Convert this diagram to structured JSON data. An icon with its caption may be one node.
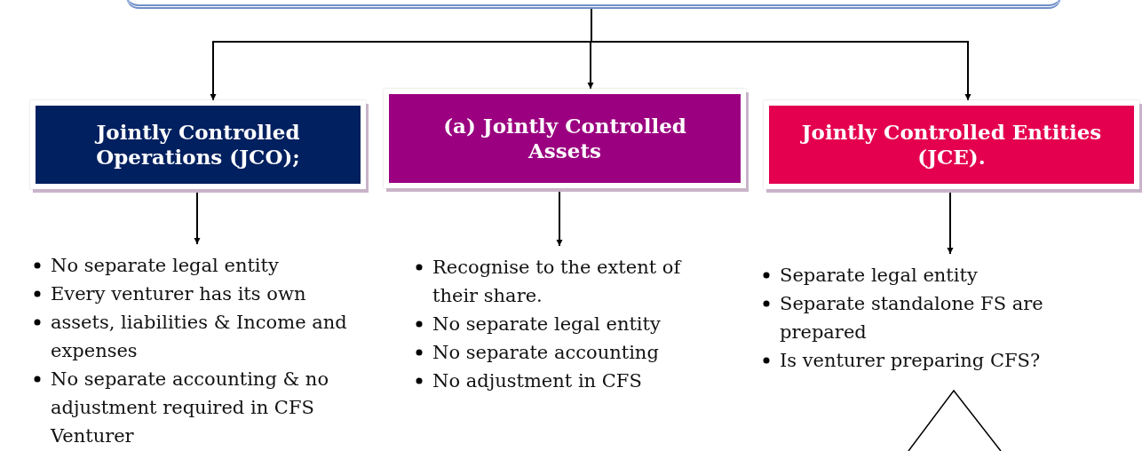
{
  "diagram": {
    "nodes": [
      {
        "text": [],
        "shape": "box"
      },
      {
        "text": [
          "Jointly Controlled Operations (JCO);"
        ]
      },
      {
        "text": [
          "(a) Jointly Controlled Assets"
        ]
      },
      {
        "text": [
          "Jointly Controlled Entities (JCE)."
        ]
      },
      {
        "text": [
          "No separate legal entity",
          "Every venturer has its own",
          "assets, liabilities & Income and expenses",
          "No separate accounting & no adjustment required in CFS Venturer"
        ]
      },
      {
        "text": [
          "Recognise to the extent of their share.",
          "No separate legal entity",
          "No separate accounting",
          "No adjustment in CFS"
        ]
      },
      {
        "text": [
          "Separate legal entity",
          "Separate standalone FS are prepared",
          "Is venturer preparing CFS?"
        ]
      }
    ],
    "edges": [
      {
        "from": 0,
        "to": 1,
        "arrow": "to"
      },
      {
        "from": 0,
        "to": 2,
        "arrow": "to"
      },
      {
        "from": 0,
        "to": 3,
        "arrow": "to"
      },
      {
        "from": 1,
        "to": 4,
        "arrow": "to"
      },
      {
        "from": 2,
        "to": 5,
        "arrow": "to"
      },
      {
        "from": 3,
        "to": 6,
        "arrow": "to"
      }
    ]
  }
}
